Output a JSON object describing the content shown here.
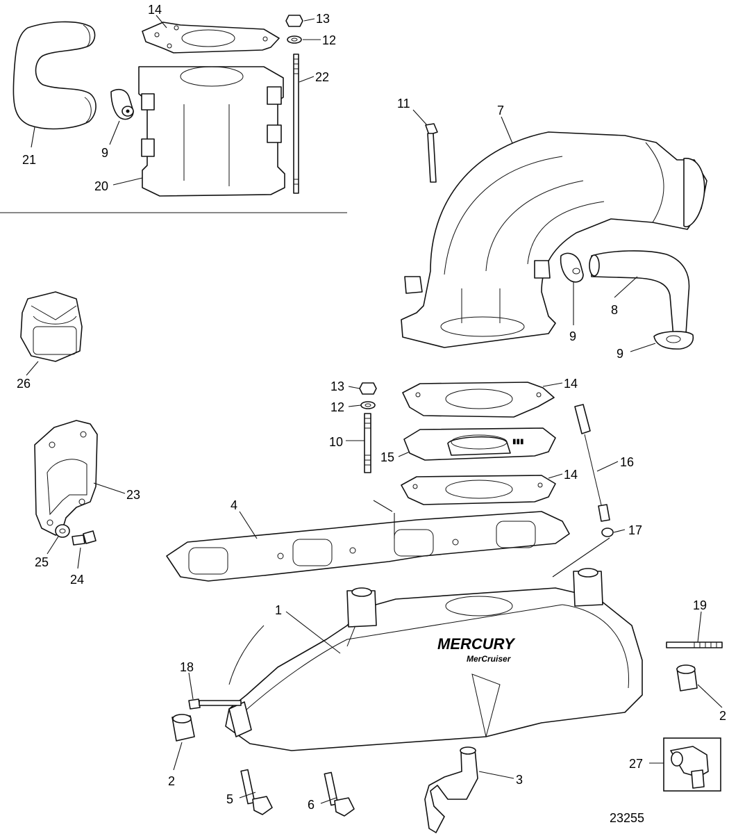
{
  "diagram_id": "23255",
  "callouts": {
    "c1": "1",
    "c2a": "2",
    "c2b": "2",
    "c3": "3",
    "c4": "4",
    "c5": "5",
    "c6": "6",
    "c7": "7",
    "c8": "8",
    "c9a": "9",
    "c9b": "9",
    "c9c": "9",
    "c10": "10",
    "c11": "11",
    "c12a": "12",
    "c12b": "12",
    "c13a": "13",
    "c13b": "13",
    "c14a": "14",
    "c14b": "14",
    "c14c": "14",
    "c15": "15",
    "c16": "16",
    "c17": "17",
    "c18": "18",
    "c19": "19",
    "c20": "20",
    "c21": "21",
    "c22": "22",
    "c23": "23",
    "c24": "24",
    "c25": "25",
    "c26": "26",
    "c27": "27"
  },
  "logo": {
    "brand": "MERCURY",
    "sub": "MerCruiser"
  }
}
